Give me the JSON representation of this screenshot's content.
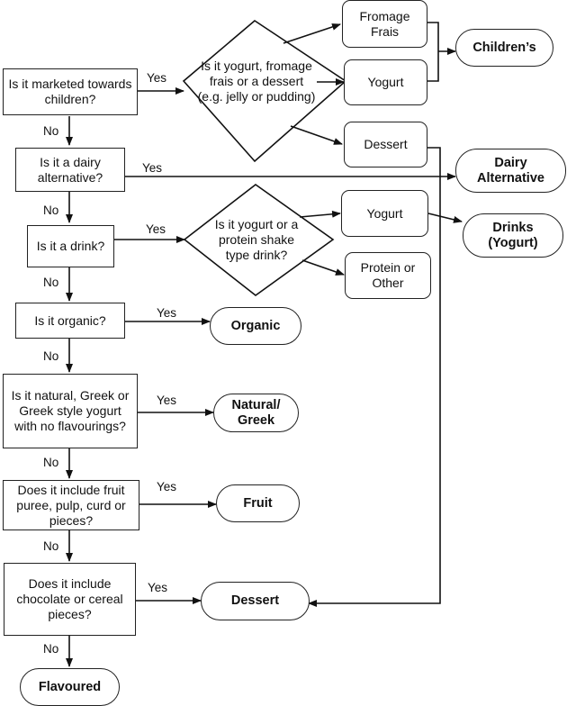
{
  "questions": {
    "q1": "Is it marketed towards children?",
    "q2": "Is it a dairy alternative?",
    "q3": "Is it a drink?",
    "q4": "Is it organic?",
    "q5": "Is it natural, Greek or Greek style yogurt with no flavourings?",
    "q6": "Does it include fruit puree, pulp, curd or pieces?",
    "q7": "Does it include chocolate or cereal pieces?"
  },
  "decisions": {
    "d1": "Is it yogurt, fromage frais or a dessert (e.g. jelly or pudding)",
    "d2": "Is it yogurt or a protein shake type drink?"
  },
  "subcategories": {
    "fromage_frais": "Fromage Frais",
    "yogurt_children": "Yogurt",
    "dessert_children": "Dessert",
    "yogurt_drink": "Yogurt",
    "protein_other": "Protein or Other"
  },
  "categories": {
    "childrens": "Children’s",
    "dairy_alternative": "Dairy Alternative",
    "drinks_yogurt": "Drinks (Yogurt)",
    "organic": "Organic",
    "natural_greek": "Natural/ Greek",
    "fruit": "Fruit",
    "dessert": "Dessert",
    "flavoured": "Flavoured"
  },
  "labels": {
    "yes": "Yes",
    "no": "No"
  }
}
